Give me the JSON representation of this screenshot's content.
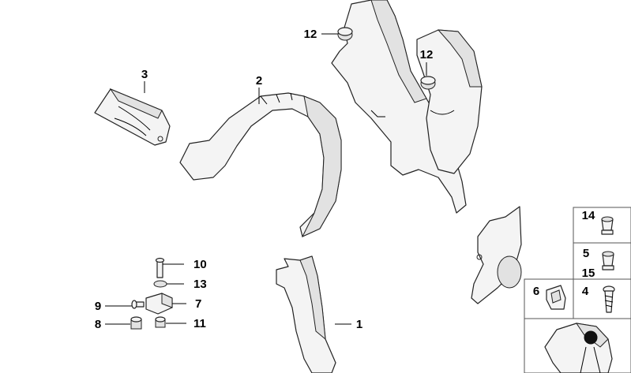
{
  "callouts": {
    "c1": "1",
    "c2": "2",
    "c3": "3",
    "c4": "4",
    "c5": "5",
    "c6": "6",
    "c7": "7",
    "c8": "8",
    "c9": "9",
    "c10": "10",
    "c11": "11",
    "c12a": "12",
    "c12b": "12",
    "c13": "13",
    "c14": "14",
    "c15": "15"
  }
}
